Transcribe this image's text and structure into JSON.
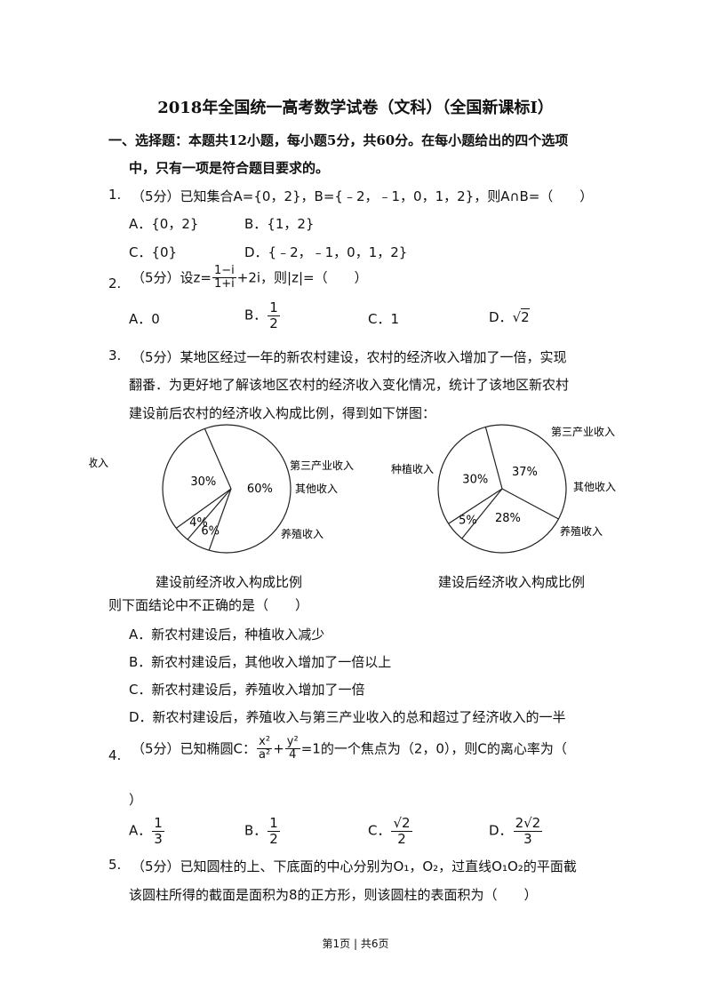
{
  "title": "2018年全国统一高考数学试卷（文科）（全国新课标Ⅰ）",
  "section": {
    "line1": "一、选择题：本题共12小题，每小题5分，共60分。在每小题给出的四个选项",
    "line2": "中，只有一项是符合题目要求的。"
  },
  "q1": {
    "num": "1.",
    "text": "（5分）已知集合A={0，2}，B={﹣2，﹣1，0，1，2}，则A∩B=（　　）",
    "A": "A．{0，2}",
    "B": "B．{1，2}",
    "C": "C．{0}",
    "D": "D．{﹣2，﹣1，0，1，2}"
  },
  "q2": {
    "num": "2.",
    "pre": "（5分）设z=",
    "frac_num": "1−i",
    "frac_den": "1+i",
    "post": "+2i，则|z|=（　　）",
    "A": "A．0",
    "B_label": "B．",
    "B_num": "1",
    "B_den": "2",
    "C": "C．1",
    "D_label": "D．",
    "D_rad": "2"
  },
  "q3": {
    "num": "3.",
    "line1": "（5分）某地区经过一年的新农村建设，农村的经济收入增加了一倍，实现",
    "line2": "翻番．为更好地了解该地区农村的经济收入变化情况，统计了该地区新农村",
    "line3": "建设前后农村的经济收入构成比例，得到如下饼图：",
    "question": "则下面结论中不正确的是（　　）",
    "A": "A．新农村建设后，种植收入减少",
    "B": "B．新农村建设后，其他收入增加了一倍以上",
    "C": "C．新农村建设后，养殖收入增加了一倍",
    "D": "D．新农村建设后，养殖收入与第三产业收入的总和超过了经济收入的一半"
  },
  "chart_data": [
    {
      "type": "pie",
      "title": "建设前经济收入构成比例",
      "categories": [
        "种植收入",
        "第三产业收入",
        "其他收入",
        "养殖收入"
      ],
      "values": [
        60,
        6,
        4,
        30
      ],
      "labels": [
        "60%",
        "6%",
        "4%",
        "30%"
      ]
    },
    {
      "type": "pie",
      "title": "建设后经济收入构成比例",
      "categories": [
        "种植收入",
        "第三产业收入",
        "其他收入",
        "养殖收入"
      ],
      "values": [
        37,
        28,
        5,
        30
      ],
      "labels": [
        "37%",
        "28%",
        "5%",
        "30%"
      ]
    }
  ],
  "q4": {
    "num": "4.",
    "pre": "（5分）已知椭圆C：",
    "x2": "x²",
    "a2": "a²",
    "y2": "y²",
    "four": "4",
    "post": "=1的一个焦点为（2，0），则C的离心率为（",
    "close": "）",
    "A_label": "A．",
    "A_num": "1",
    "A_den": "3",
    "B_label": "B．",
    "B_num": "1",
    "B_den": "2",
    "C_label": "C．",
    "C_num": "√2",
    "C_den": "2",
    "D_label": "D．",
    "D_num": "2√2",
    "D_den": "3"
  },
  "q5": {
    "num": "5.",
    "line1": "（5分）已知圆柱的上、下底面的中心分别为O₁，O₂，过直线O₁O₂的平面截",
    "line2": "该圆柱所得的截面是面积为8的正方形，则该圆柱的表面积为（　　）"
  },
  "footer": "第1页 | 共6页"
}
